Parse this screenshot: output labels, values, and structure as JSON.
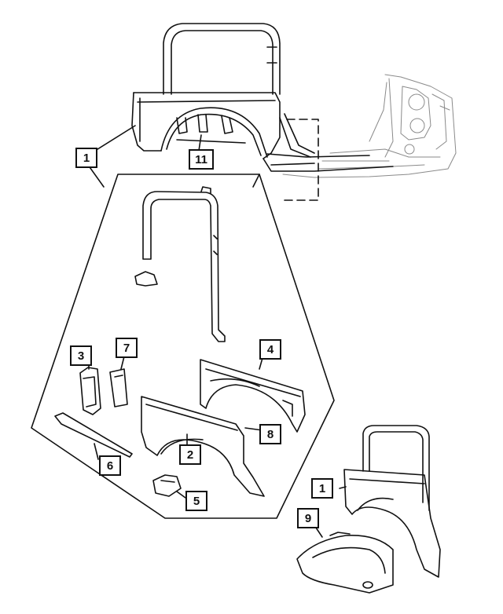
{
  "callouts": {
    "c1_top": "1",
    "c11": "11",
    "c3": "3",
    "c7": "7",
    "c4": "4",
    "c8": "8",
    "c2": "2",
    "c6": "6",
    "c5": "5",
    "c1_bottom": "1",
    "c9": "9"
  },
  "colors": {
    "line": "#111111",
    "light_line": "#8a8a8a"
  }
}
